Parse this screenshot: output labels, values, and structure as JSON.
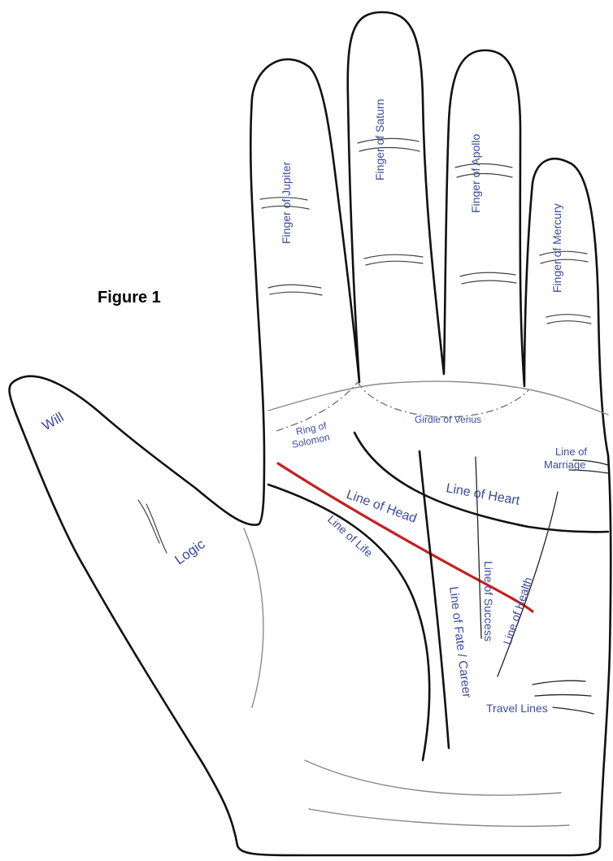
{
  "figure_title": "Figure 1",
  "labels": {
    "finger_jupiter": "Finger of Jupiter",
    "finger_saturn": "Finger of Saturn",
    "finger_apollo": "Finger of Apollo",
    "finger_mercury": "Finger of Mercury",
    "girdle_of_venus": "Girdle of Venus",
    "ring_of_solomon_1": "Ring of",
    "ring_of_solomon_2": "Solomon",
    "line_of_marriage_1": "Line of",
    "line_of_marriage_2": "Marriage",
    "line_of_heart": "Line of Heart",
    "line_of_head": "Line of Head",
    "line_of_life": "Line of Life",
    "line_of_fate": "Line of Fate / Career",
    "line_of_success": "Line of Success",
    "line_of_health": "Line of Health",
    "travel_lines": "Travel Lines",
    "will": "Will",
    "logic": "Logic"
  },
  "colors": {
    "label": "#3b4a9e",
    "head_line": "#c81e1e",
    "outline": "#111111"
  }
}
